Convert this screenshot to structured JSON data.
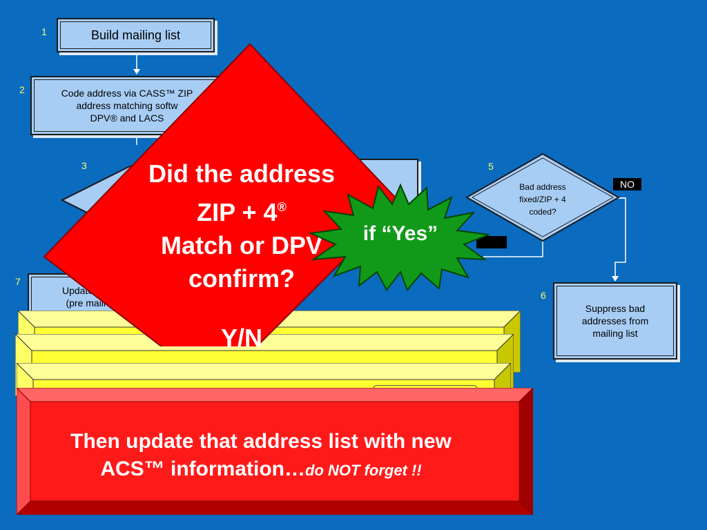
{
  "flow": {
    "step1_num": "1",
    "step1_label": "Build mailing list",
    "step2_num": "2",
    "step2_label_line1": "Code address via CASS™ ZIP",
    "step2_label_line2": "address matching softw",
    "step2_label_line3": "DPV® and LACS",
    "step3_num": "3",
    "step5_num": "5",
    "step5_line1": "Bad address",
    "step5_line2": "fixed/ZIP + 4",
    "step5_line3": "coded?",
    "no_tag": "NO",
    "step6_num": "6",
    "step6_label": "Suppress bad addresses from mailing list",
    "step7_num": "7",
    "step7_line1": "Update mo",
    "step7_line2": "(pre maili"
  },
  "callout_diamond": {
    "line1": "Did the address",
    "line2": "ZIP + 4",
    "line2_sup": "®",
    "line3": "Match or DPV",
    "line4": "confirm?",
    "line5": "Y/N"
  },
  "starburst": {
    "text": "if “Yes”"
  },
  "banner": {
    "line1": "Then update that address list with new",
    "line2_main": "ACS™ information…",
    "line2_italic": "do NOT forget !!"
  },
  "colors": {
    "background": "#0a6bbf",
    "box_fill": "#a8cdf5",
    "diamond_red": "#ff0000",
    "starburst_green": "#119a1a",
    "card_yellow": "#ffff33",
    "banner_red": "#ff1a1a"
  }
}
